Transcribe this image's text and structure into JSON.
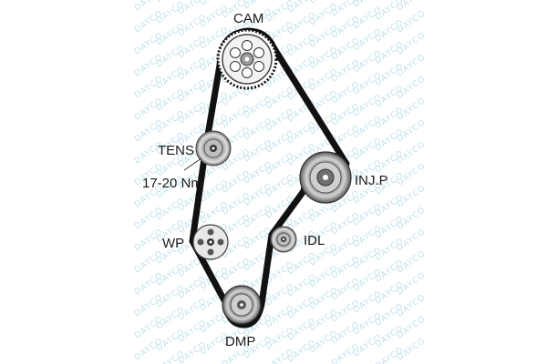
{
  "labels": {
    "cam": "CAM",
    "tens": "TENS",
    "torque": "17-20 Nm",
    "injp": "INJ.P",
    "wp": "WP",
    "idl": "IDL",
    "dmp": "DMP"
  },
  "watermark": "DAYCO",
  "colors": {
    "belt": "#111111",
    "watermark": "#bfe1ec",
    "pulley_dark": "#5a5a5a",
    "pulley_light": "#d9d9d9"
  }
}
